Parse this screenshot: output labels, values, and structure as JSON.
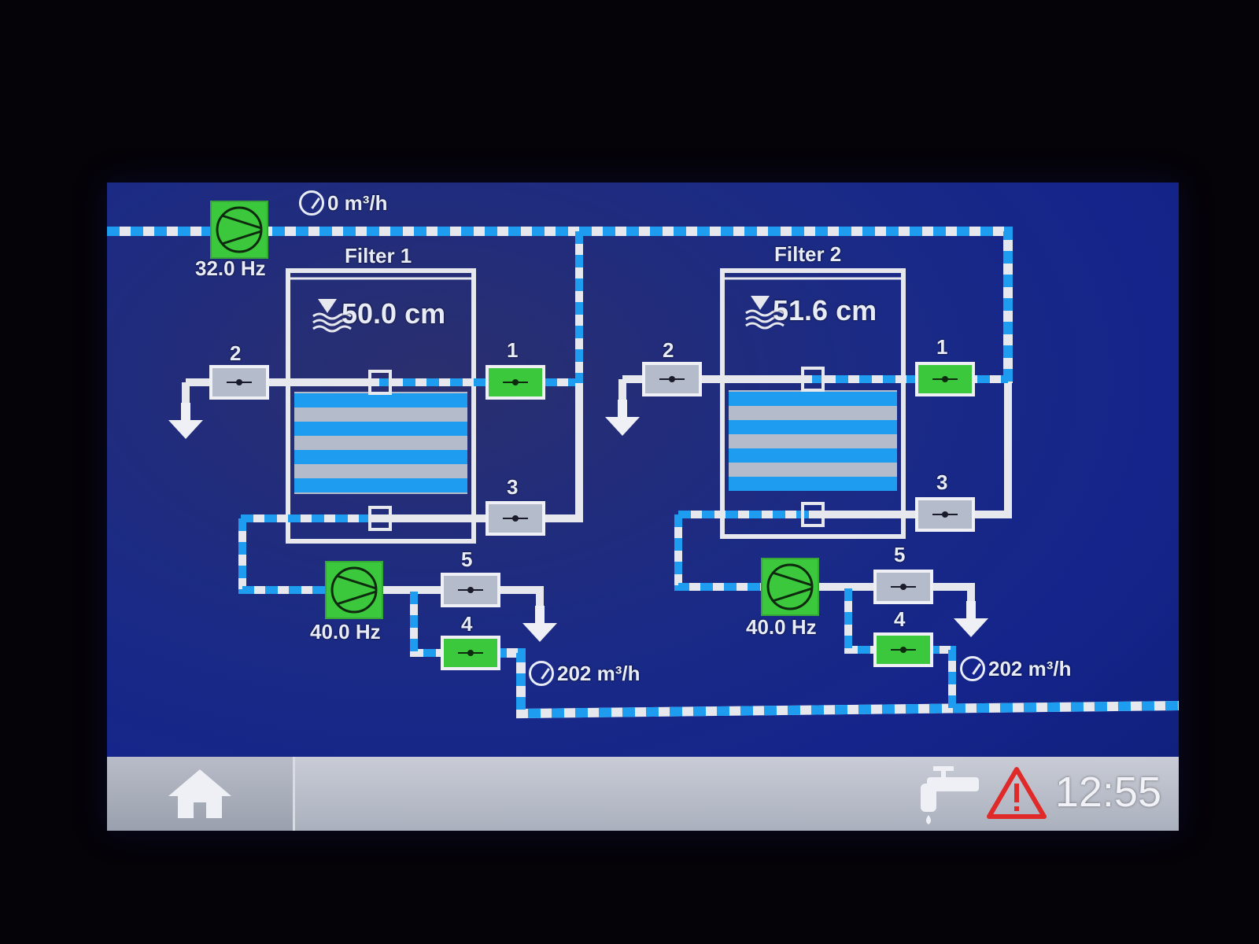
{
  "top": {
    "inlet_flow": "0 m³/h",
    "inlet_pump_freq": "32.0 Hz"
  },
  "filter1": {
    "title": "Filter  1",
    "level": "50.0 cm",
    "valves": [
      "1",
      "2",
      "3",
      "4",
      "5"
    ],
    "pump_freq": "40.0 Hz",
    "flow": "202 m³/h"
  },
  "filter2": {
    "title": "Filter 2",
    "level": "51.6 cm",
    "valves": [
      "1",
      "2",
      "3",
      "4",
      "5"
    ],
    "pump_freq": "40.0 Hz",
    "flow": "202 m³/h"
  },
  "status": {
    "time": "12:55"
  },
  "icons": {
    "home": "home-icon",
    "tap": "water-tap-icon",
    "warning": "warning-icon",
    "level": "water-level-icon",
    "flow": "flow-gauge-icon",
    "pump": "pump-icon",
    "valve": "valve-icon"
  },
  "colors": {
    "pipe_blue": "#1e9cf0",
    "pipe_white": "#e6e8ee",
    "active_green": "#3cc83c",
    "inactive_grey": "#b4bccc",
    "warning_red": "#e02a2a",
    "background_blue": "#14248a"
  }
}
